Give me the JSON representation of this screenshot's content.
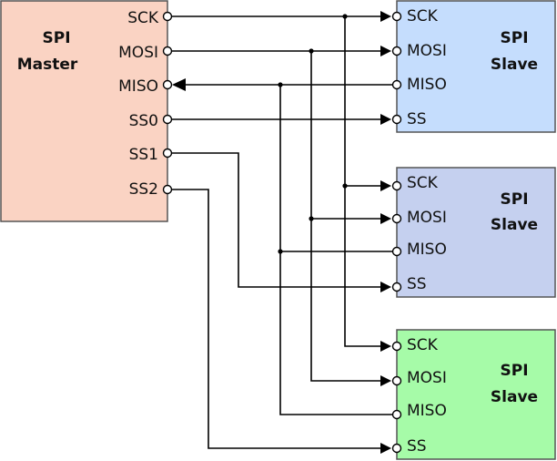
{
  "master": {
    "title_line1": "SPI",
    "title_line2": "Master",
    "color": "#fad3c3",
    "pins": [
      "SCK",
      "MOSI",
      "MISO",
      "SS0",
      "SS1",
      "SS2"
    ]
  },
  "slaves": [
    {
      "title_line1": "SPI",
      "title_line2": "Slave",
      "color": "#c5ddfd",
      "pins": [
        "SCK",
        "MOSI",
        "MISO",
        "SS"
      ]
    },
    {
      "title_line1": "SPI",
      "title_line2": "Slave",
      "color": "#c5d0ef",
      "pins": [
        "SCK",
        "MOSI",
        "MISO",
        "SS"
      ]
    },
    {
      "title_line1": "SPI",
      "title_line2": "Slave",
      "color": "#a6fba8",
      "pins": [
        "SCK",
        "MOSI",
        "MISO",
        "SS"
      ]
    }
  ]
}
